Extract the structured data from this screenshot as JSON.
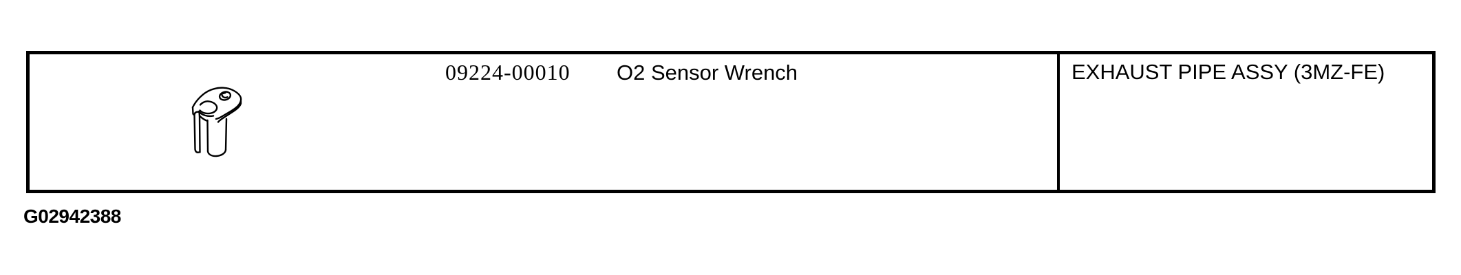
{
  "page": {
    "background_color": "#ffffff",
    "line_color": "#000000",
    "figure_code": "G02942388"
  },
  "table": {
    "border_color": "#000000",
    "columns": [
      "tool",
      "application"
    ],
    "rows": [
      {
        "tool": {
          "part_number": "09224-00010",
          "name": "O2 Sensor Wrench",
          "illustration": "o2-sensor-wrench-line-drawing"
        },
        "application": "EXHAUST PIPE ASSY (3MZ-FE)"
      }
    ]
  }
}
